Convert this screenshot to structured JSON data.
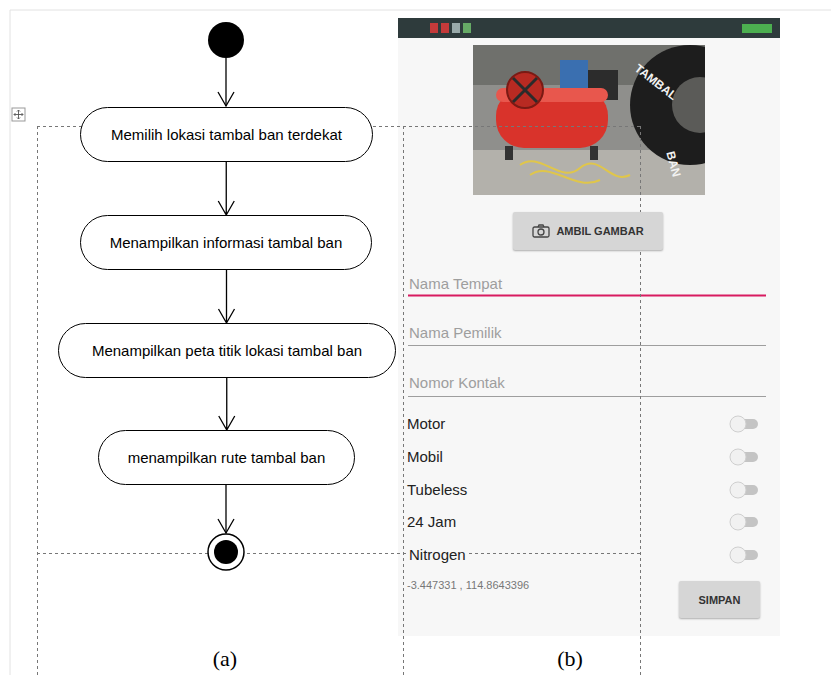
{
  "diagram": {
    "nodes": [
      {
        "text": [
          "Memilih lokasi tambal ban terdekat"
        ]
      },
      {
        "text": [
          "Menampilkan informasi tambal ban"
        ]
      },
      {
        "text": [
          "Menampilkan peta titik lokasi tambal ban"
        ]
      },
      {
        "text": [
          "menampilkan rute tambal ban"
        ]
      },
      {
        "text": [
          "AMBIL GAMBAR"
        ]
      },
      {
        "text": [
          "SIMPAN"
        ]
      }
    ],
    "edges": [
      {
        "from": 0,
        "to": 1,
        "arrow": "to"
      },
      {
        "from": 1,
        "to": 2,
        "arrow": "to"
      },
      {
        "from": 2,
        "to": 3,
        "arrow": "to"
      }
    ],
    "labels": [
      "(a)",
      "(b)",
      "Nama Tempat",
      "Nama Pemilik",
      "Nomor Kontak",
      "Motor",
      "Mobil",
      "Tubeless",
      "24 Jam",
      "Nitrogen",
      "-3.447331 , 114.8643396",
      "TAMBAL",
      "BAN"
    ]
  }
}
